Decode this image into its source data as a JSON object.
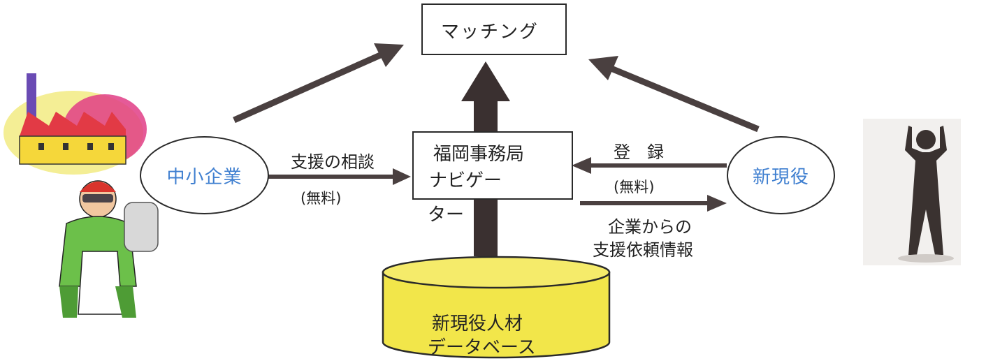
{
  "nodes": {
    "matching": "マッチング",
    "sme": "中小企業",
    "navigator_line1": "福岡事務局",
    "navigator_line2": "ナビゲー",
    "navigator_line3": "ター",
    "retiree": "新現役",
    "database_line1": "新現役人材",
    "database_line2": "データベース"
  },
  "edges": {
    "consult_label": "支援の相談",
    "consult_fee": "(無料)",
    "register_label": "登　録",
    "register_fee": "(無料)",
    "request_line1": "企業からの",
    "request_line2": "支援依頼情報"
  },
  "colors": {
    "ellipse_text": "#3f7fd0",
    "database_fill": "#f2e64a",
    "arrow": "#4a4040"
  },
  "illustrations": {
    "left": "factory-worker-clipart",
    "right": "silhouette-person-arms-raised"
  }
}
